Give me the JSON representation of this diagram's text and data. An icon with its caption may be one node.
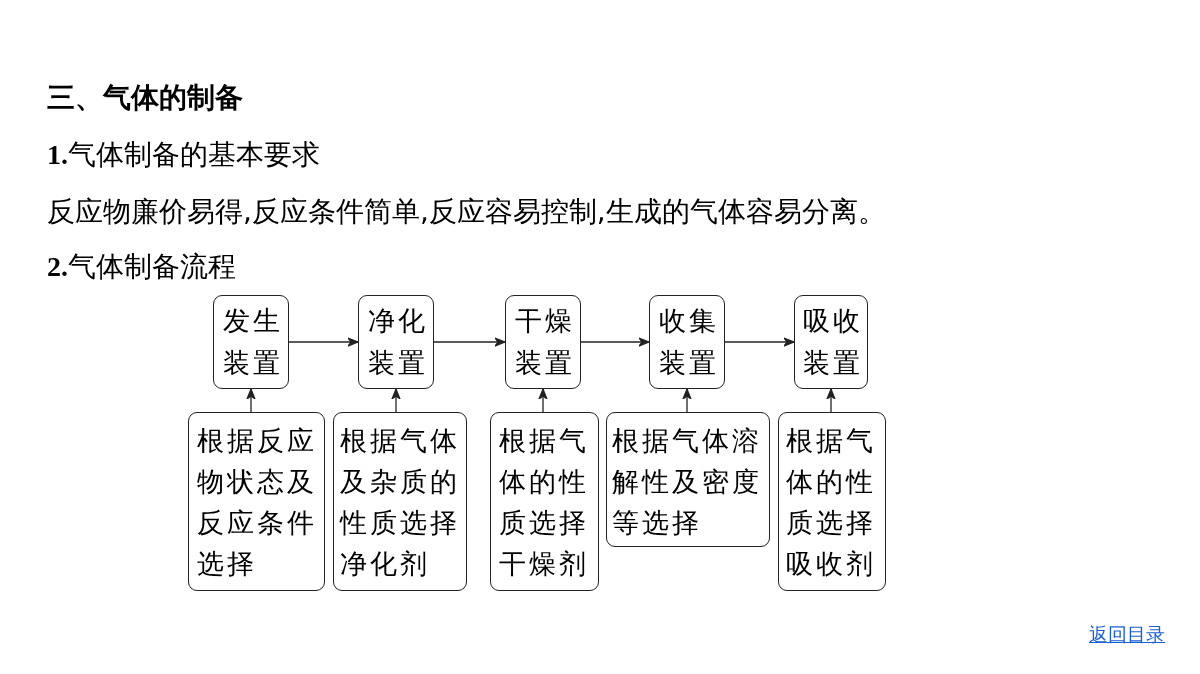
{
  "diagram": {
    "title": "三、气体的制备",
    "nodes": [
      {
        "text": [
          "发生装置"
        ]
      },
      {
        "text": [
          "净化装置"
        ]
      },
      {
        "text": [
          "干燥装置"
        ]
      },
      {
        "text": [
          "收集装置"
        ]
      },
      {
        "text": [
          "吸收装置"
        ]
      },
      {
        "text": [
          "根据反应物状态及反应条件选择"
        ]
      },
      {
        "text": [
          "根据气体及杂质的性质选择净化剂"
        ]
      },
      {
        "text": [
          "根据气体的性质选择干燥剂"
        ]
      },
      {
        "text": [
          "根据气体溶解性及密度等选择"
        ]
      },
      {
        "text": [
          "根据气体的性质选择吸收剂"
        ]
      }
    ],
    "edges": [
      {
        "from": 0,
        "to": 1,
        "arrow": "to"
      },
      {
        "from": 1,
        "to": 2,
        "arrow": "to"
      },
      {
        "from": 2,
        "to": 3,
        "arrow": "to"
      },
      {
        "from": 3,
        "to": 4,
        "arrow": "to"
      },
      {
        "from": 5,
        "to": 0,
        "arrow": "to"
      },
      {
        "from": 6,
        "to": 1,
        "arrow": "to"
      },
      {
        "from": 7,
        "to": 2,
        "arrow": "to"
      },
      {
        "from": 8,
        "to": 3,
        "arrow": "to"
      },
      {
        "from": 9,
        "to": 4,
        "arrow": "to"
      }
    ],
    "labels": [
      "**1.**气体制备的基本要求",
      "反应物廉价易得,反应条件简单,反应容易控制,生成的气体容易分离。",
      "**2.**气体制备流程",
      "返回目录"
    ]
  }
}
